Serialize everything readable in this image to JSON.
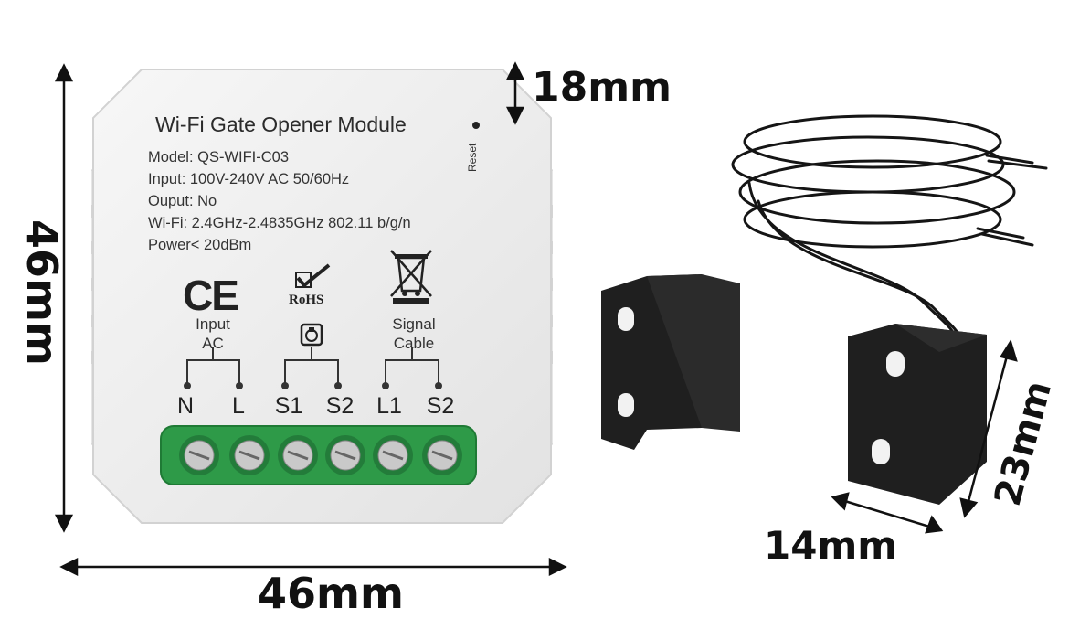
{
  "module": {
    "title": "Wi-Fi Gate Opener Module",
    "specs": [
      "Model: QS-WIFI-C03",
      "Input: 100V-240V AC 50/60Hz",
      "Ouput: No",
      "Wi-Fi: 2.4GHz-2.4835GHz 802.11 b/g/n",
      "Power< 20dBm"
    ],
    "reset_label": "Reset",
    "certifications": {
      "ce": "CE",
      "rohs": "RoHS"
    },
    "groups": [
      {
        "line1": "Input",
        "line2": "AC"
      },
      {
        "line1": "Signal",
        "line2": "Cable"
      }
    ],
    "terminals": [
      "N",
      "L",
      "S1",
      "S2",
      "L1",
      "S2"
    ],
    "colors": {
      "housing": "#efefef",
      "terminal_block": "#2e9a48",
      "sensor": "#1c1c1c"
    }
  },
  "dimensions": {
    "module_height": "46mm",
    "module_width": "46mm",
    "module_depth": "18mm",
    "sensor_height": "23mm",
    "sensor_width": "14mm"
  }
}
